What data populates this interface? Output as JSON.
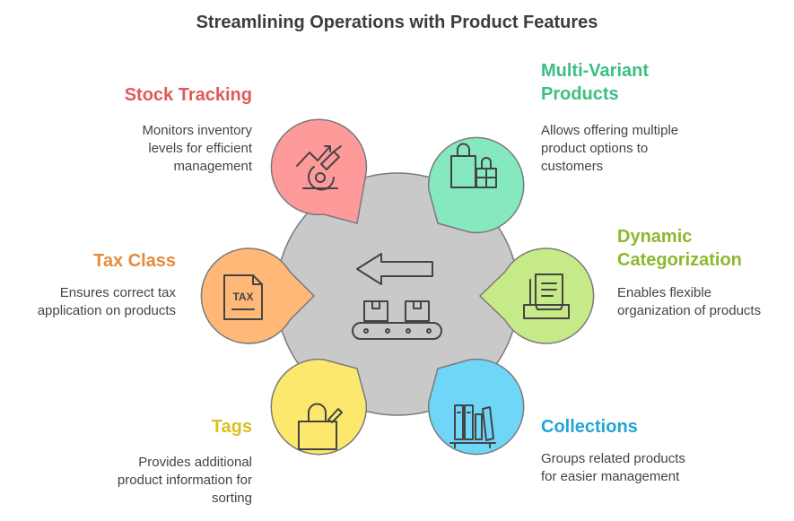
{
  "title": "Streamlining Operations with Product Features",
  "features": [
    {
      "id": "stock-tracking",
      "title_lines": [
        "Stock Tracking"
      ],
      "desc_lines": [
        "Monitors inventory",
        "levels for efficient",
        "management"
      ],
      "color": "#ff9a9a",
      "text_color": "#e05a5a",
      "icon": "trend-line-icon"
    },
    {
      "id": "multi-variant",
      "title_lines": [
        "Multi-Variant",
        "Products"
      ],
      "desc_lines": [
        "Allows offering multiple",
        "product options to",
        "customers"
      ],
      "color": "#86e8bf",
      "text_color": "#3cbf82",
      "icon": "shopping-bags-icon"
    },
    {
      "id": "dynamic-categorization",
      "title_lines": [
        "Dynamic",
        "Categorization"
      ],
      "desc_lines": [
        "Enables flexible",
        "organization of products"
      ],
      "color": "#c7ea88",
      "text_color": "#8cb82e",
      "icon": "document-tray-icon"
    },
    {
      "id": "collections",
      "title_lines": [
        "Collections"
      ],
      "desc_lines": [
        "Groups related products",
        "for easier management"
      ],
      "color": "#6fd6f7",
      "text_color": "#22a5d4",
      "icon": "book-shelf-icon"
    },
    {
      "id": "tags",
      "title_lines": [
        "Tags"
      ],
      "desc_lines": [
        "Provides additional",
        "product information for",
        "sorting"
      ],
      "color": "#fbe86d",
      "text_color": "#d7c21e",
      "icon": "tag-bag-icon"
    },
    {
      "id": "tax-class",
      "title_lines": [
        "Tax Class"
      ],
      "desc_lines": [
        "Ensures correct tax",
        "application on products"
      ],
      "color": "#ffb878",
      "text_color": "#e58a3a",
      "icon": "tax-document-icon"
    }
  ],
  "center": {
    "color": "#c9c9c9",
    "icon": "conveyor-belt-icon"
  },
  "tax_icon_text": "TAX"
}
